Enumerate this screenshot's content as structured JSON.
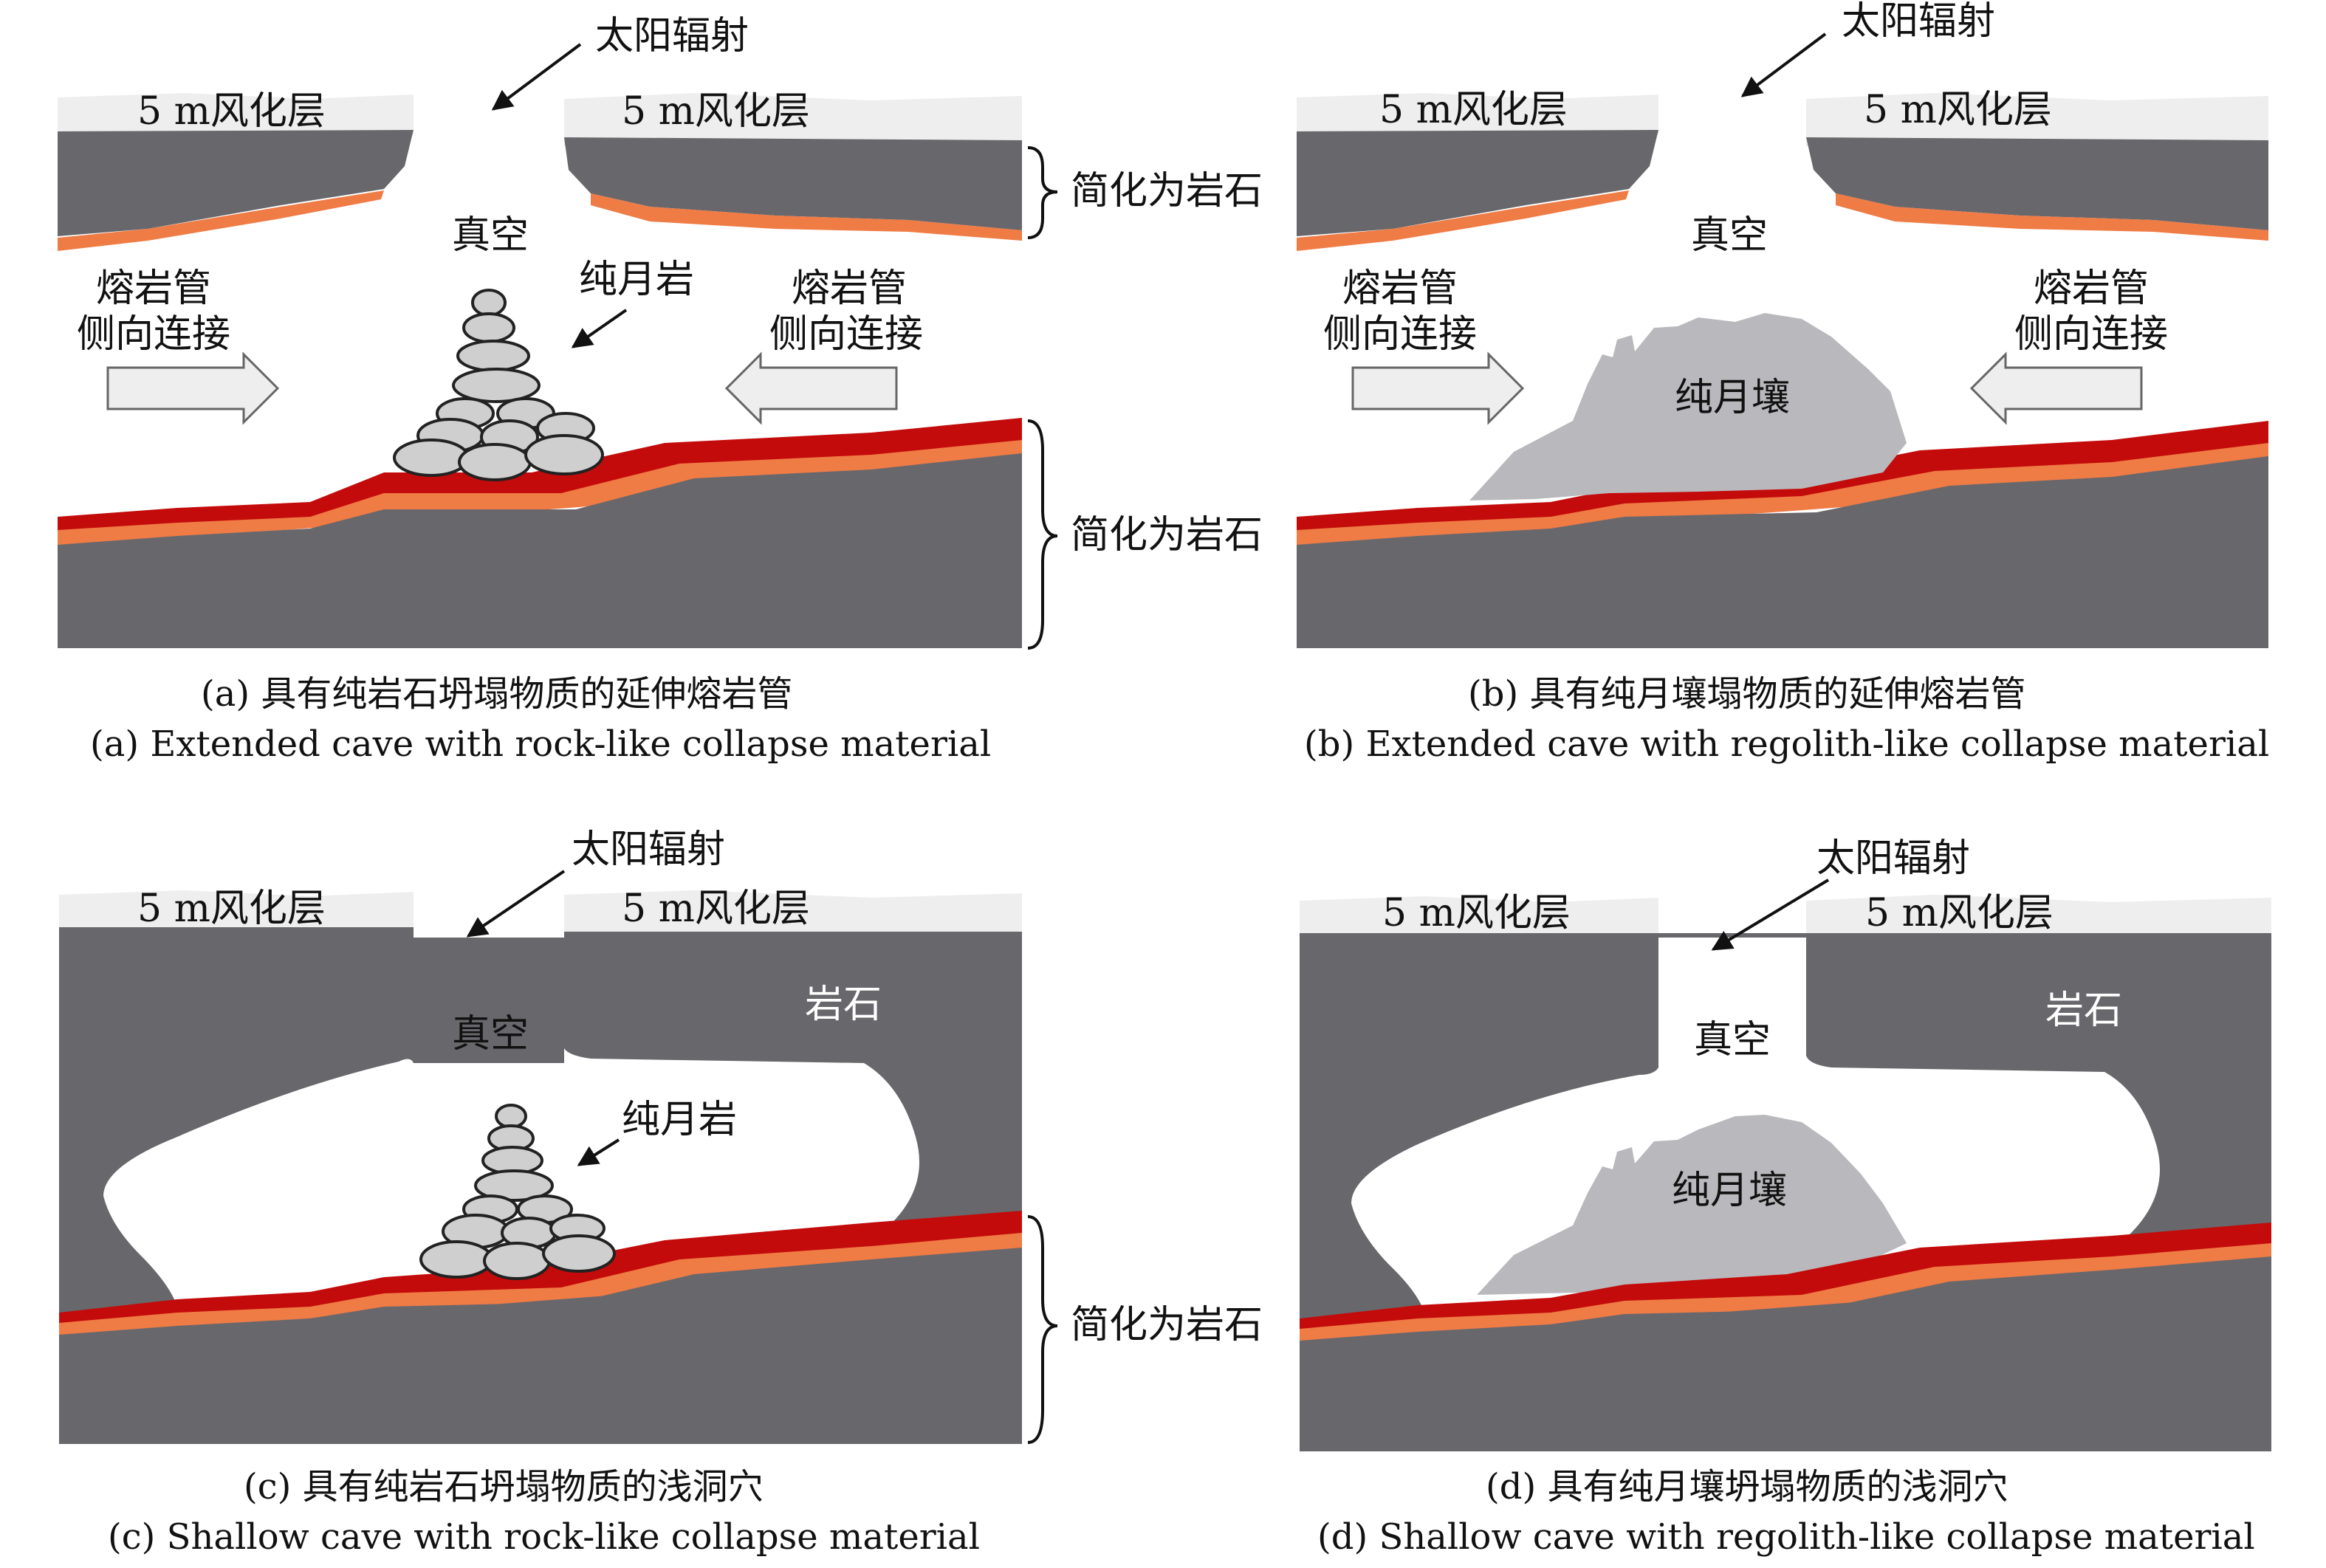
{
  "labels": {
    "solar_radiation": "太阳辐射",
    "weathered_layer": "5 m风化层",
    "simplified_rock": "简化为岩石",
    "vacuum": "真空",
    "lava_tube_lateral_line1": "熔岩管",
    "lava_tube_lateral_line2": "侧向连接",
    "pure_moon_rock": "纯月岩",
    "pure_regolith": "纯月壤",
    "rock": "岩石"
  },
  "captions": {
    "a_cn": "(a) 具有纯岩石坍塌物质的延伸熔岩管",
    "a_en": "(a) Extended cave with rock-like collapse material",
    "b_cn": "(b) 具有纯月壤塌物质的延伸熔岩管",
    "b_en": "(b) Extended cave with regolith-like collapse material",
    "c_cn": "(c) 具有纯岩石坍塌物质的浅洞穴",
    "c_en": "(c) Shallow cave with rock-like collapse material",
    "d_cn": "(d) 具有纯月壤坍塌物质的浅洞穴",
    "d_en": "(d) Shallow cave with regolith-like collapse material"
  },
  "colors": {
    "rock": "#67676c",
    "weathered": "#eeeeee",
    "lava_red": "#c40b0b",
    "lava_orange": "#ef7b45",
    "boulder": "#cfcfcf",
    "regolith": "#b9b9bd",
    "arrow_fill": "#eeeeee"
  }
}
